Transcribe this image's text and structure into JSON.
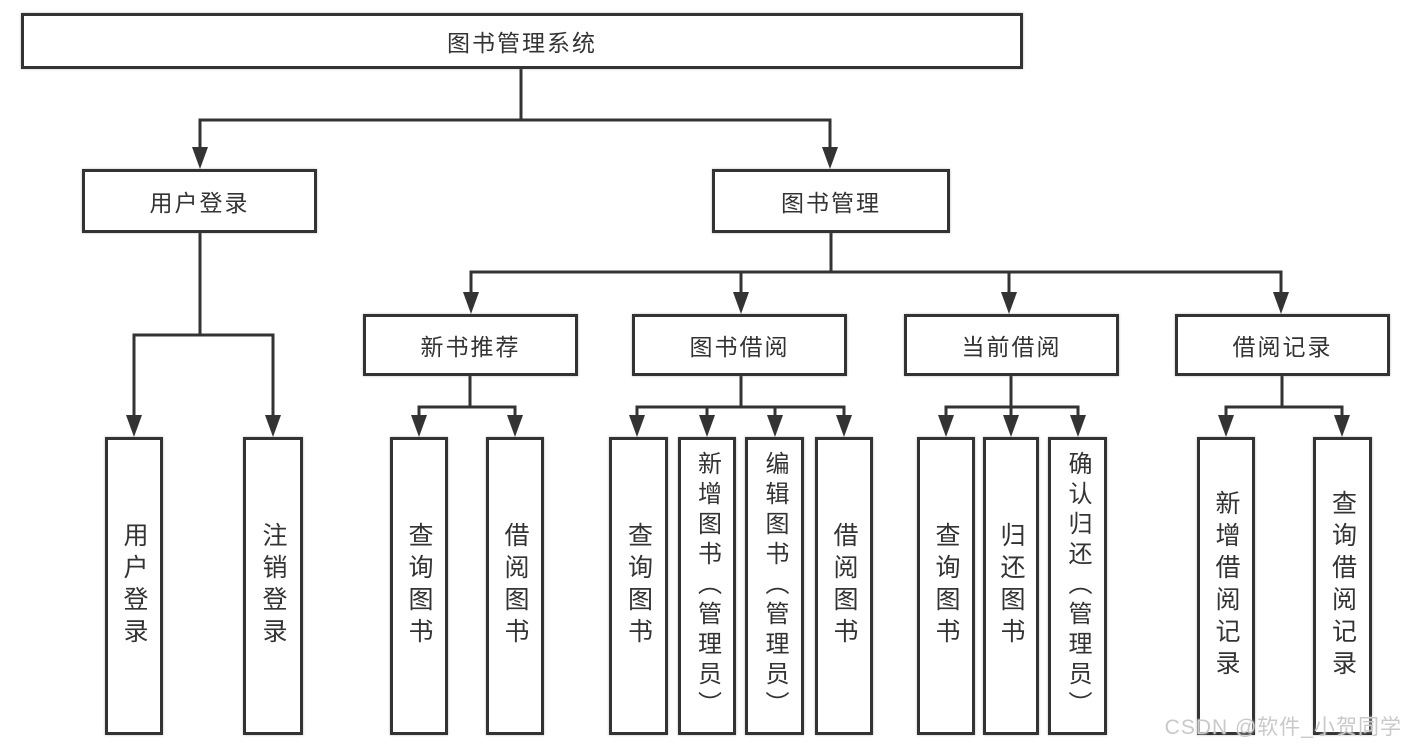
{
  "diagram": {
    "root": {
      "label": "图书管理系统"
    },
    "branches": [
      {
        "label": "用户登录",
        "children": [
          {
            "label": "用户登录"
          },
          {
            "label": "注销登录"
          }
        ]
      },
      {
        "label": "图书管理",
        "children": [
          {
            "label": "新书推荐",
            "children": [
              {
                "label": "查询图书"
              },
              {
                "label": "借阅图书"
              }
            ]
          },
          {
            "label": "图书借阅",
            "children": [
              {
                "label": "查询图书"
              },
              {
                "label": "新增图书（管理员）"
              },
              {
                "label": "编辑图书（管理员）"
              },
              {
                "label": "借阅图书"
              }
            ]
          },
          {
            "label": "当前借阅",
            "children": [
              {
                "label": "查询图书"
              },
              {
                "label": "归还图书"
              },
              {
                "label": "确认归还（管理员）"
              }
            ]
          },
          {
            "label": "借阅记录",
            "children": [
              {
                "label": "新增借阅记录"
              },
              {
                "label": "查询借阅记录"
              }
            ]
          }
        ]
      }
    ]
  },
  "watermark": {
    "text": "CSDN @软件_小贺同学"
  },
  "colors": {
    "line": "#333333",
    "text": "#333333",
    "background": "#ffffff",
    "watermark": "#c9c9c9"
  }
}
